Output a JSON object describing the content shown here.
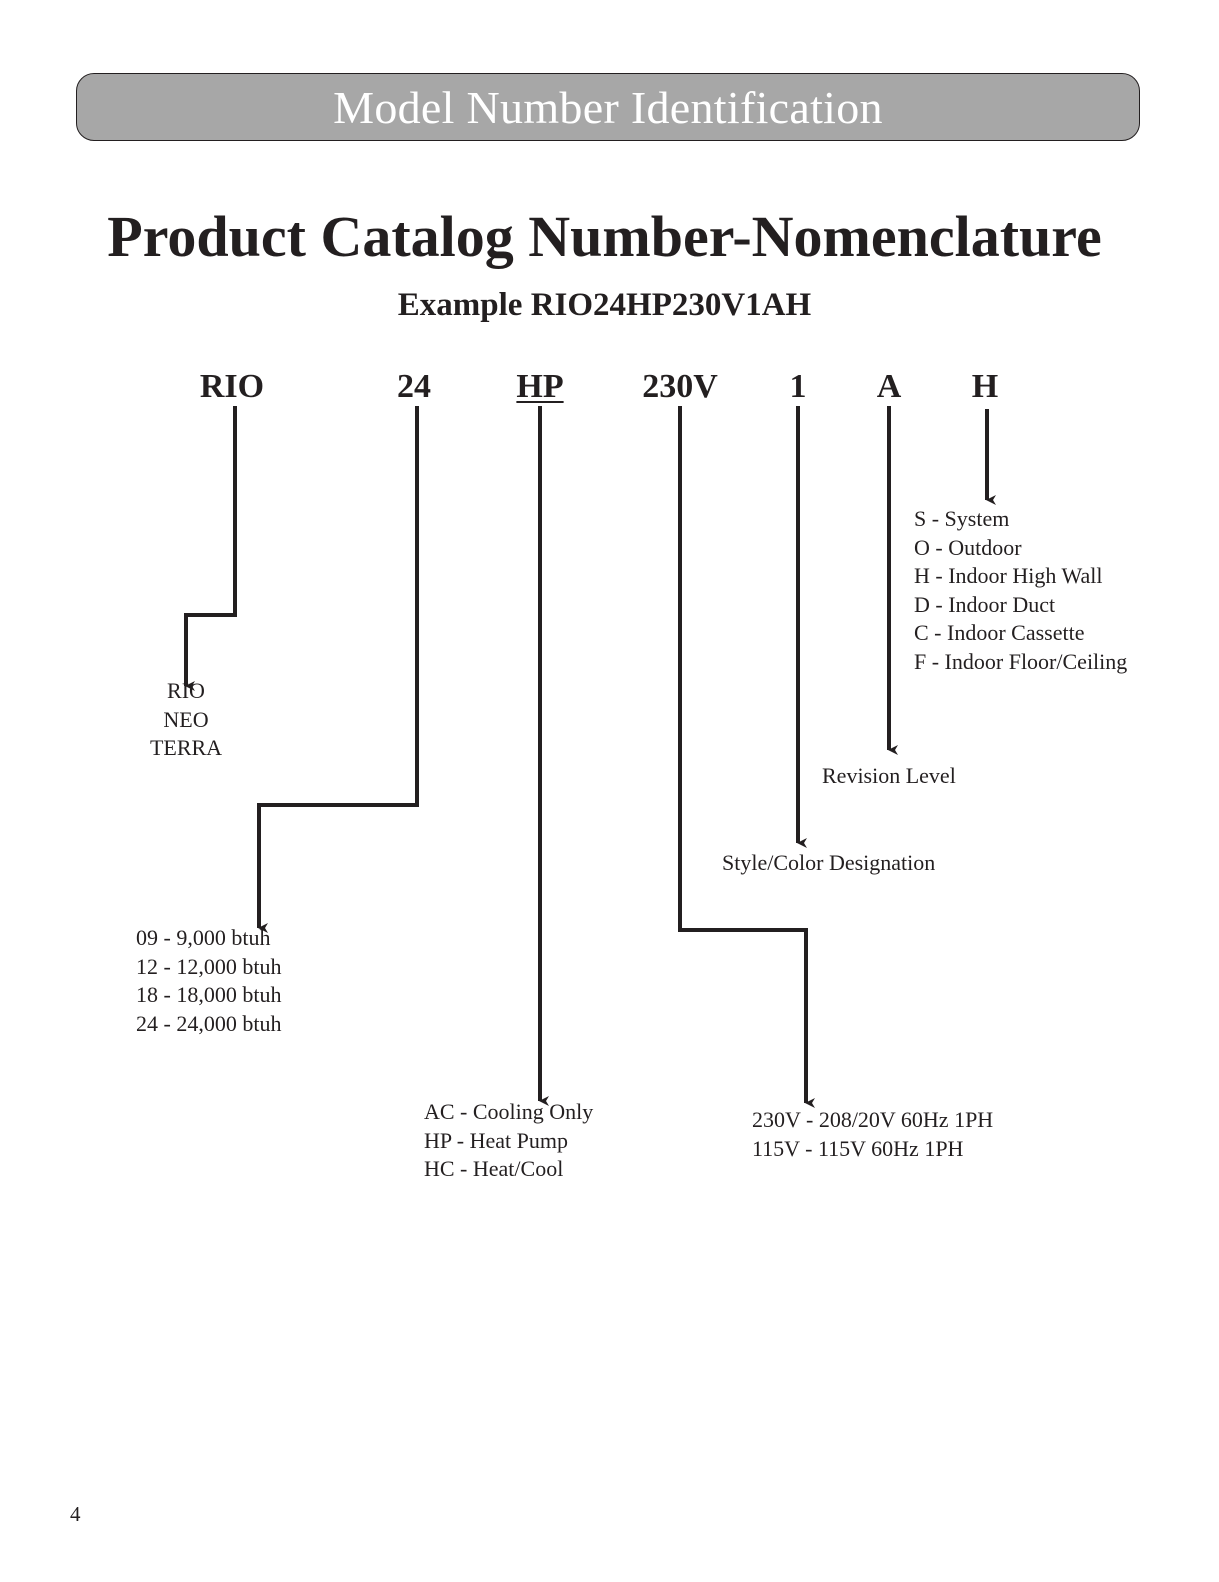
{
  "banner": {
    "title": "Model Number Identification"
  },
  "title": "Product Catalog Number-Nomenclature",
  "example": "Example RIO24HP230V1AH",
  "segments": {
    "series": "RIO",
    "capacity": "24",
    "type": "HP",
    "voltage": "230V",
    "style": "1",
    "revision": "A",
    "unit": "H"
  },
  "series_options": [
    "RIO",
    "NEO",
    "TERRA"
  ],
  "capacity_options": [
    "09 - 9,000 btuh",
    "12 - 12,000 btuh",
    "18 - 18,000 btuh",
    "24 - 24,000 btuh"
  ],
  "type_options": [
    "AC - Cooling Only",
    "HP - Heat Pump",
    "HC - Heat/Cool"
  ],
  "voltage_options": [
    "230V - 208/20V 60Hz 1PH",
    "115V - 115V 60Hz 1PH"
  ],
  "style_label": "Style/Color Designation",
  "revision_label": "Revision Level",
  "unit_options": [
    "S - System",
    "O - Outdoor",
    "H - Indoor High Wall",
    "D - Indoor Duct",
    "C - Indoor Cassette",
    "F - Indoor Floor/Ceiling"
  ],
  "page_number": "4"
}
